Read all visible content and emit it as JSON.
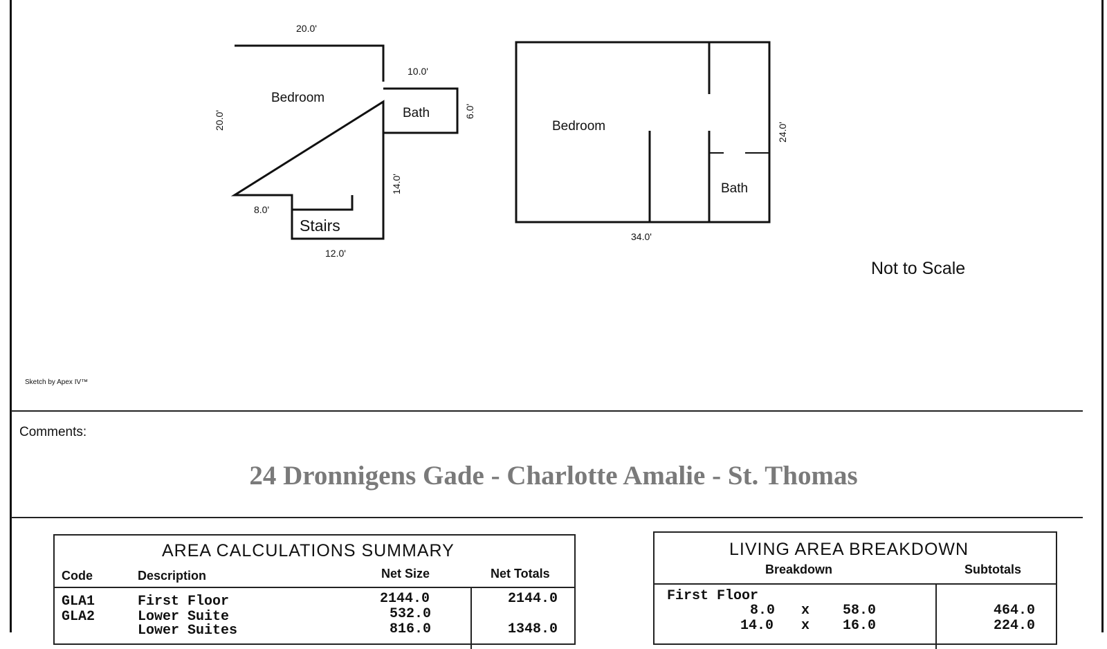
{
  "sketch": {
    "rooms": {
      "left_bedroom": "Bedroom",
      "left_bath": "Bath",
      "stairs": "Stairs",
      "right_bedroom": "Bedroom",
      "right_bath": "Bath"
    },
    "dimensions": {
      "left_top": "20.0'",
      "left_side": "20.0'",
      "bath_top": "10.0'",
      "bath_side": "6.0'",
      "stairs_step": "8.0'",
      "stairs_bottom": "12.0'",
      "lower_side": "14.0'",
      "right_bottom": "34.0'",
      "right_side": "24.0'"
    },
    "credit": "Sketch by Apex IV™",
    "not_to_scale": "Not to Scale"
  },
  "comments": {
    "label": "Comments:",
    "address": "24 Dronnigens Gade - Charlotte Amalie - St. Thomas"
  },
  "area_summary": {
    "title": "AREA CALCULATIONS SUMMARY",
    "headers": {
      "code": "Code",
      "description": "Description",
      "net_size": "Net Size",
      "net_totals": "Net Totals"
    },
    "rows": [
      {
        "code": "GLA1",
        "description": "First Floor",
        "net_size": "2144.0",
        "net_total": "2144.0"
      },
      {
        "code": "GLA2",
        "description": "Lower Suite",
        "net_size": "532.0",
        "net_total": ""
      },
      {
        "code": "",
        "description": "Lower Suites",
        "net_size": "816.0",
        "net_total": "1348.0"
      }
    ]
  },
  "living_area": {
    "title": "LIVING AREA BREAKDOWN",
    "headers": {
      "breakdown": "Breakdown",
      "subtotals": "Subtotals"
    },
    "section": "First Floor",
    "rows": [
      {
        "a": "8.0",
        "op": "x",
        "b": "58.0",
        "subtotal": "464.0"
      },
      {
        "a": "14.0",
        "op": "x",
        "b": "16.0",
        "subtotal": "224.0"
      }
    ]
  }
}
